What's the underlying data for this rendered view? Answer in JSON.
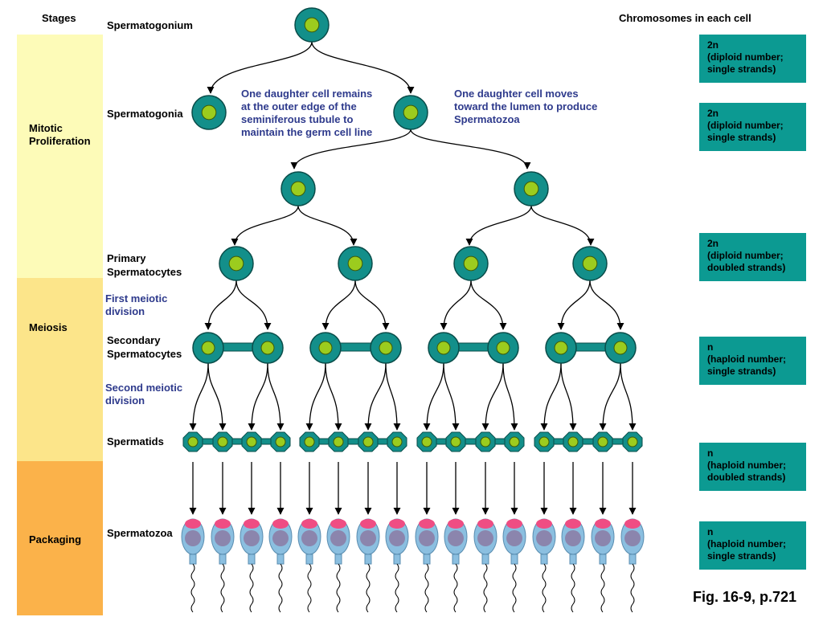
{
  "headers": {
    "stages": "Stages",
    "chromosomes": "Chromosomes in each cell"
  },
  "stages": [
    {
      "label": "Mitotic Proliferation",
      "line1": "Mitotic",
      "line2": "Proliferation",
      "color": "#fdfbb8"
    },
    {
      "label": "Meiosis",
      "color": "#fce58a"
    },
    {
      "label": "Packaging",
      "color": "#fbb24a"
    }
  ],
  "cell_labels": {
    "spermatogonium": "Spermatogonium",
    "spermatogonia": "Spermatogonia",
    "primary_1": "Primary",
    "primary_2": "Spermatocytes",
    "secondary_1": "Secondary",
    "secondary_2": "Spermatocytes",
    "spermatids": "Spermatids",
    "spermatozoa": "Spermatozoa"
  },
  "notes": {
    "first_meiotic_1": "First meiotic",
    "first_meiotic_2": "division",
    "second_meiotic_1": "Second meiotic",
    "second_meiotic_2": "division",
    "remain_1": "One daughter cell remains",
    "remain_2": "at the outer edge of the",
    "remain_3": "seminiferous tubule to",
    "remain_4": "maintain the germ cell line",
    "moves_1": "One daughter cell moves",
    "moves_2": "toward the lumen to produce",
    "moves_3": "Spermatozoa"
  },
  "chromosomes": [
    {
      "l1": "2n",
      "l2": "(diploid number;",
      "l3": "single strands)"
    },
    {
      "l1": "2n",
      "l2": "(diploid number;",
      "l3": "single strands)"
    },
    {
      "l1": "2n",
      "l2": "(diploid number;",
      "l3": "doubled strands)"
    },
    {
      "l1": "n",
      "l2": "(haploid number;",
      "l3": "single strands)"
    },
    {
      "l1": "n",
      "l2": "(haploid number;",
      "l3": "doubled strands)"
    },
    {
      "l1": "n",
      "l2": "(haploid number;",
      "l3": "single strands)"
    }
  ],
  "figure_caption": "Fig. 16-9, p.721",
  "colors": {
    "cell_fill": "#138f8a",
    "nucleus": "#9ccc1e",
    "sperm_head": "#8bbfe0",
    "acrosome": "#ef4d83",
    "sperm_nucleus": "#8b85ad",
    "chrom_box": "#0c9a92",
    "note_text": "#2e3a8c"
  }
}
